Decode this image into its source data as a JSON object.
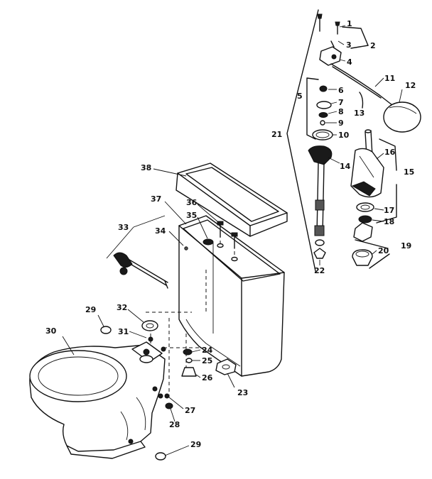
{
  "callouts": [
    {
      "id": "c1",
      "text": "1"
    },
    {
      "id": "c2",
      "text": "2"
    },
    {
      "id": "c3",
      "text": "3"
    },
    {
      "id": "c4",
      "text": "4"
    },
    {
      "id": "c5",
      "text": "5"
    },
    {
      "id": "c6",
      "text": "6"
    },
    {
      "id": "c7",
      "text": "7"
    },
    {
      "id": "c8",
      "text": "8"
    },
    {
      "id": "c9",
      "text": "9"
    },
    {
      "id": "c10",
      "text": "10"
    },
    {
      "id": "c11",
      "text": "11"
    },
    {
      "id": "c12",
      "text": "12"
    },
    {
      "id": "c13",
      "text": "13"
    },
    {
      "id": "c14",
      "text": "14"
    },
    {
      "id": "c15",
      "text": "15"
    },
    {
      "id": "c16",
      "text": "16"
    },
    {
      "id": "c17",
      "text": "17"
    },
    {
      "id": "c18",
      "text": "18"
    },
    {
      "id": "c19",
      "text": "19"
    },
    {
      "id": "c20",
      "text": "20"
    },
    {
      "id": "c21",
      "text": "21"
    },
    {
      "id": "c22",
      "text": "22"
    },
    {
      "id": "c23",
      "text": "23"
    },
    {
      "id": "c24",
      "text": "24"
    },
    {
      "id": "c25",
      "text": "25"
    },
    {
      "id": "c26",
      "text": "26"
    },
    {
      "id": "c27",
      "text": "27"
    },
    {
      "id": "c28",
      "text": "28"
    },
    {
      "id": "c29a",
      "text": "29"
    },
    {
      "id": "c29b",
      "text": "29"
    },
    {
      "id": "c30",
      "text": "30"
    },
    {
      "id": "c31",
      "text": "31"
    },
    {
      "id": "c32",
      "text": "32"
    },
    {
      "id": "c33",
      "text": "33"
    },
    {
      "id": "c34",
      "text": "34"
    },
    {
      "id": "c35",
      "text": "35"
    },
    {
      "id": "c36",
      "text": "36"
    },
    {
      "id": "c37",
      "text": "37"
    },
    {
      "id": "c38",
      "text": "38"
    }
  ]
}
